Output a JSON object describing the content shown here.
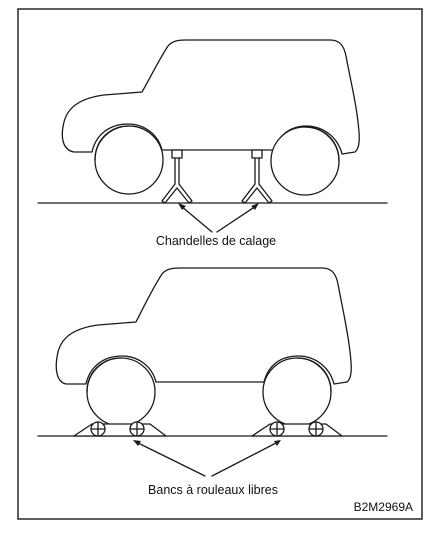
{
  "labels": {
    "top_caption": "Chandelles de calage",
    "bottom_caption": "Bancs à rouleaux libres",
    "figure_code": "B2M2969A"
  }
}
